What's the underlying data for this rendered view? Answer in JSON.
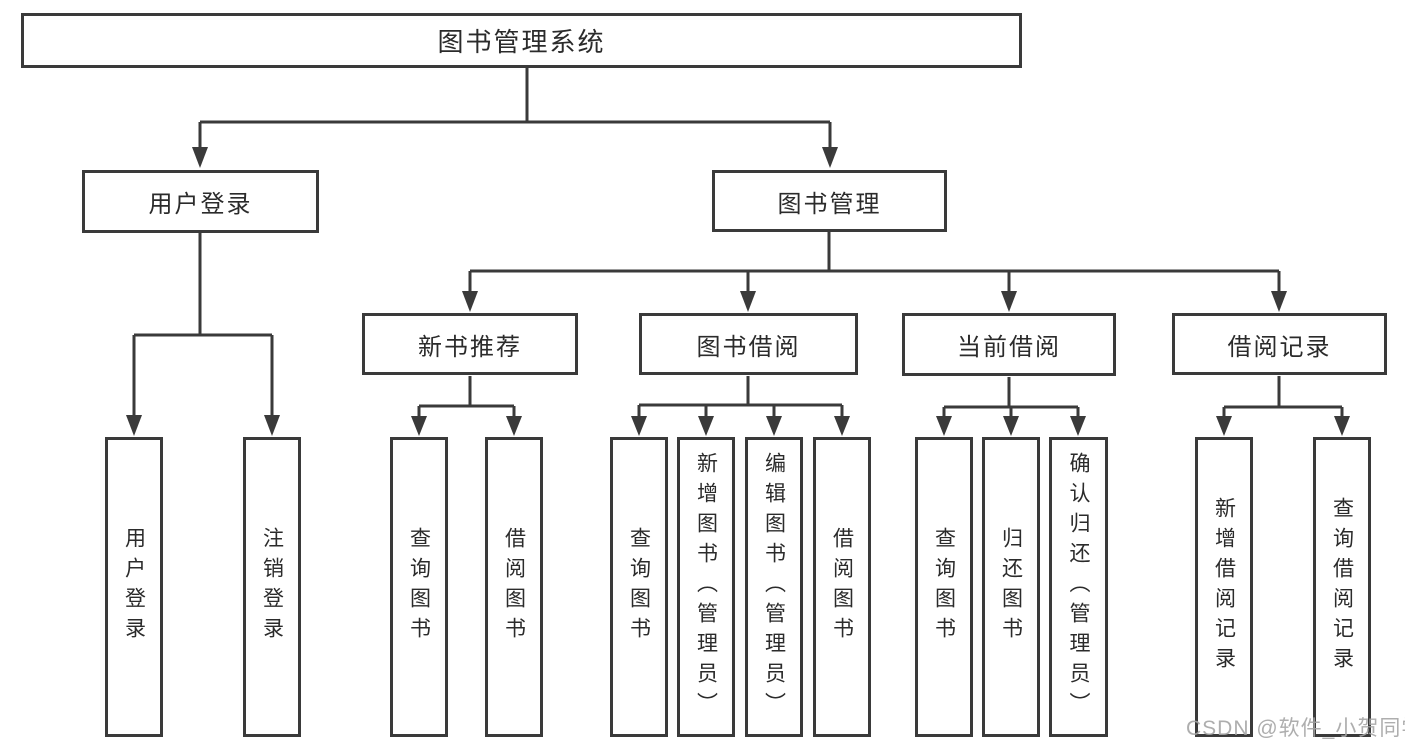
{
  "diagram": {
    "type": "tree-diagram",
    "colors": {
      "line": "#3a3a3a",
      "box_border": "#3a3a3a",
      "text": "#2b2b2b",
      "background": "#ffffff",
      "watermark": "#a5a5a5"
    },
    "watermark": "CSDN @软件_小贺同学",
    "tree": {
      "root": {
        "label": "图书管理系统",
        "children": [
          {
            "label": "用户登录",
            "children": [
              {
                "label": "用户登录"
              },
              {
                "label": "注销登录"
              }
            ]
          },
          {
            "label": "图书管理",
            "children": [
              {
                "label": "新书推荐",
                "children": [
                  {
                    "label": "查询图书"
                  },
                  {
                    "label": "借阅图书"
                  }
                ]
              },
              {
                "label": "图书借阅",
                "children": [
                  {
                    "label": "查询图书"
                  },
                  {
                    "label": "新增图书（管理员）"
                  },
                  {
                    "label": "编辑图书（管理员）"
                  },
                  {
                    "label": "借阅图书"
                  }
                ]
              },
              {
                "label": "当前借阅",
                "children": [
                  {
                    "label": "查询图书"
                  },
                  {
                    "label": "归还图书"
                  },
                  {
                    "label": "确认归还（管理员）"
                  }
                ]
              },
              {
                "label": "借阅记录",
                "children": [
                  {
                    "label": "新增借阅记录"
                  },
                  {
                    "label": "查询借阅记录"
                  }
                ]
              }
            ]
          }
        ]
      }
    }
  }
}
